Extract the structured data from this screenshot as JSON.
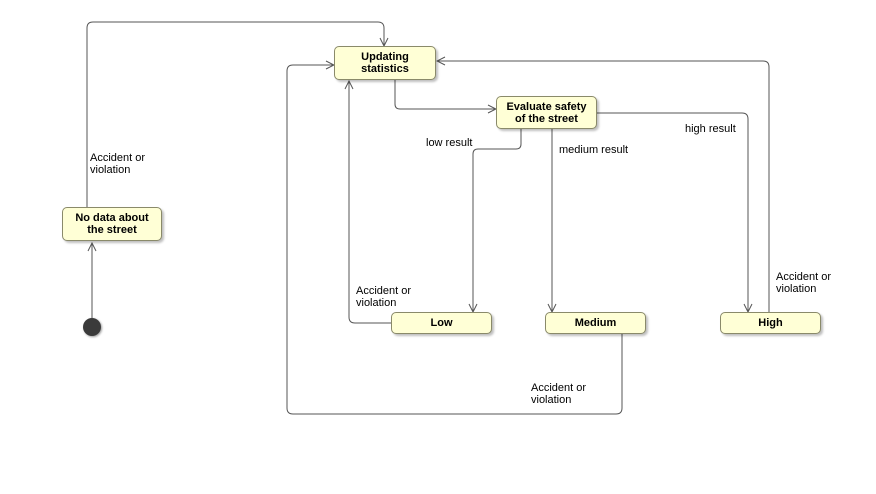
{
  "states": {
    "no_data": "No data about\nthe street",
    "updating": "Updating\nstatistics",
    "evaluate": "Evaluate safety\nof the street",
    "low": "Low",
    "medium": "Medium",
    "high": "High"
  },
  "transitions": {
    "nodata_to_updating": "Accident or\nviolation",
    "low_result": "low result",
    "medium_result": "medium result",
    "high_result": "high result",
    "low_to_updating": "Accident or\nviolation",
    "high_to_updating": "Accident or\nviolation",
    "medium_to_updating": "Accident or\nviolation"
  },
  "colors": {
    "state_fill": "#ffffd6",
    "state_border": "#8a8a6a",
    "line": "#555555",
    "initial": "#3a3a3a"
  }
}
